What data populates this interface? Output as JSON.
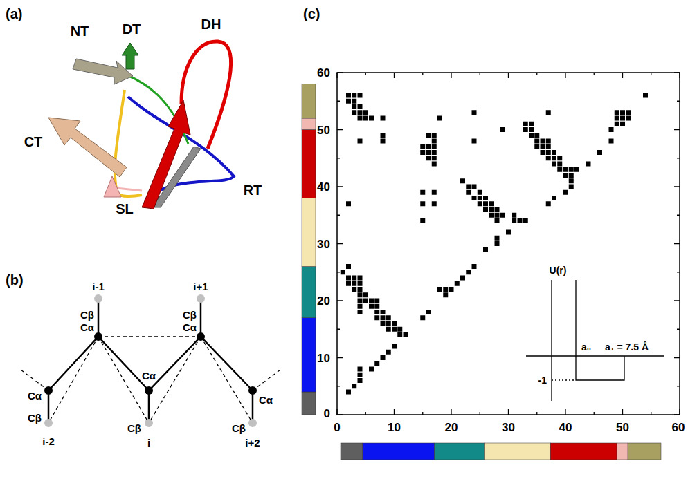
{
  "diagram": {
    "labels": [
      "(a)",
      "NT",
      "DT",
      "DH",
      "CT",
      "SL",
      "RT",
      "(b)",
      "i-1",
      "Cβ",
      "Cα",
      "i+1",
      "Cβ",
      "Cα",
      "Cα",
      "Cα",
      "Cβ",
      "i-2",
      "Cβ",
      "i",
      "Cα",
      "Cβ",
      "i+2",
      "(c)",
      "60",
      "50",
      "40",
      "30",
      "20",
      "10",
      "0",
      "0",
      "10",
      "20",
      "30",
      "40",
      "50",
      "60",
      "U(r)",
      "a₀",
      "a₁ = 7.5 Å",
      "-1"
    ]
  }
}
